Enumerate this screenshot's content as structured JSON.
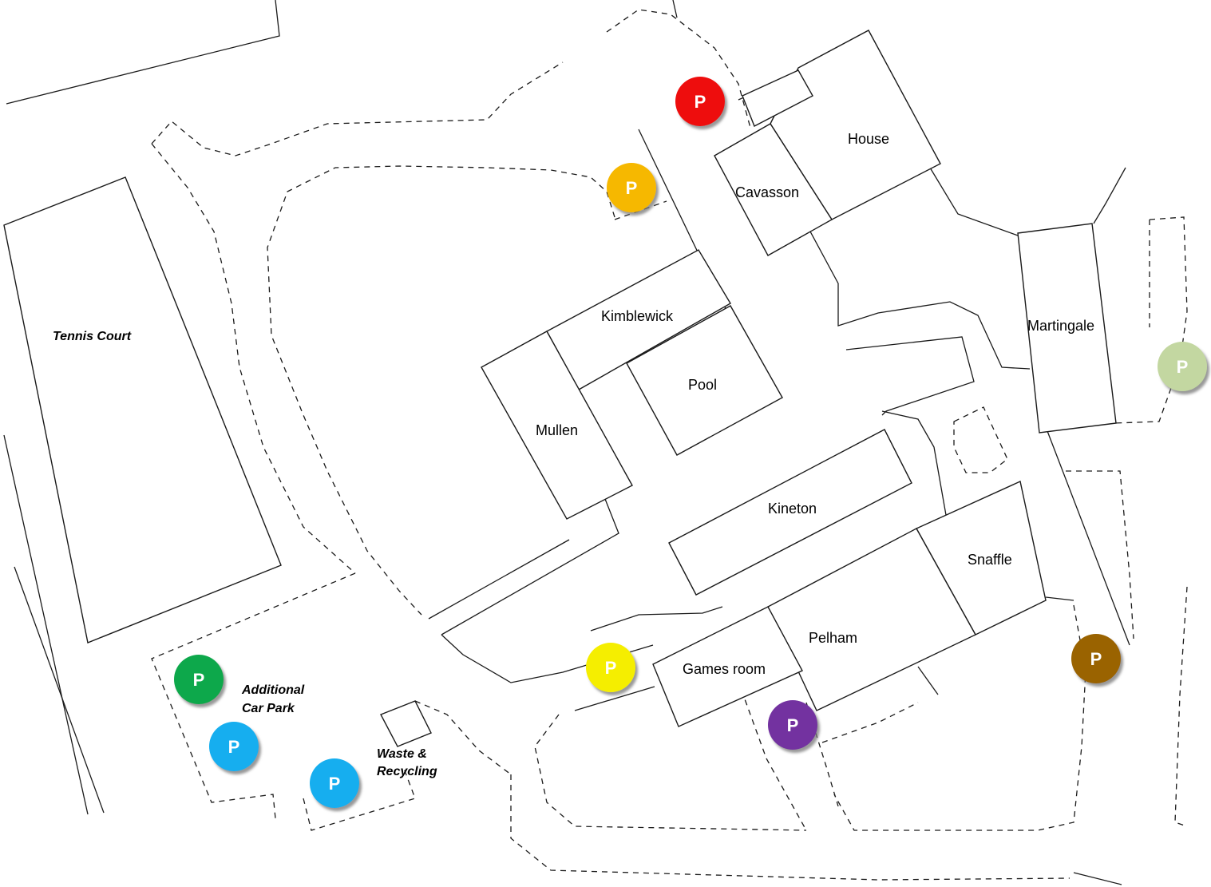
{
  "buildings": {
    "house": "House",
    "cavasson": "Cavasson",
    "kimblewick": "Kimblewick",
    "pool": "Pool",
    "mullen": "Mullen",
    "martingale": "Martingale",
    "kineton": "Kineton",
    "snaffle": "Snaffle",
    "pelham": "Pelham",
    "games_room": "Games room"
  },
  "areas": {
    "tennis_court": "Tennis Court",
    "additional_car_park_line1": "Additional",
    "additional_car_park_line2": "Car Park",
    "waste_line1": "Waste &",
    "waste_line2": "Recycling"
  },
  "parking_markers": [
    {
      "id": "red",
      "label": "P",
      "color": "#ee1111"
    },
    {
      "id": "orange",
      "label": "P",
      "color": "#f6b800"
    },
    {
      "id": "sage",
      "label": "P",
      "color": "#c3d7a1"
    },
    {
      "id": "yellow",
      "label": "P",
      "color": "#f5ee00"
    },
    {
      "id": "brown",
      "label": "P",
      "color": "#9a6300"
    },
    {
      "id": "purple",
      "label": "P",
      "color": "#7333a0"
    },
    {
      "id": "green",
      "label": "P",
      "color": "#0ea84c"
    },
    {
      "id": "blue-1",
      "label": "P",
      "color": "#12aeef"
    },
    {
      "id": "blue-2",
      "label": "P",
      "color": "#12aeef"
    }
  ]
}
